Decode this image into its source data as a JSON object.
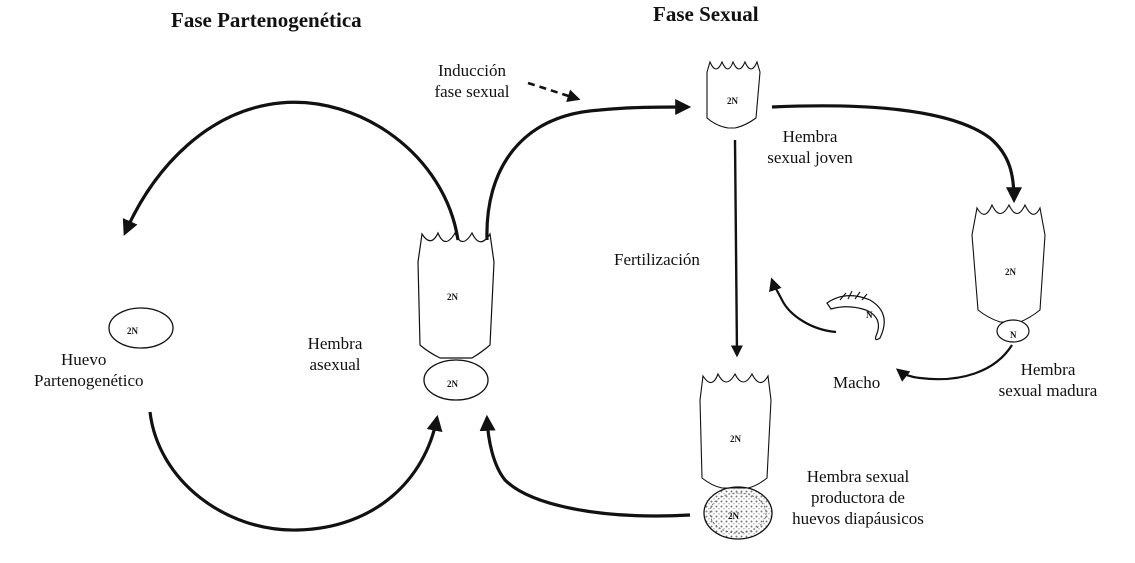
{
  "headings": {
    "parthenogenetic_phase": "Fase Partenogenética",
    "sexual_phase": "Fase Sexual"
  },
  "labels": {
    "induction_line1": "Inducción",
    "induction_line2": "fase sexual",
    "young_female_line1": "Hembra",
    "young_female_line2": "sexual joven",
    "fertilization": "Fertilización",
    "asexual_female_line1": "Hembra",
    "asexual_female_line2": "asexual",
    "egg_line1": "Huevo",
    "egg_line2": "Partenogenético",
    "male": "Macho",
    "mature_female_line1": "Hembra",
    "mature_female_line2": "sexual madura",
    "resting_female_line1": "Hembra sexual",
    "resting_female_line2": "productora de",
    "resting_female_line3": "huevos diapáusicos"
  },
  "ploidy": {
    "diploid": "2N",
    "haploid": "N"
  }
}
